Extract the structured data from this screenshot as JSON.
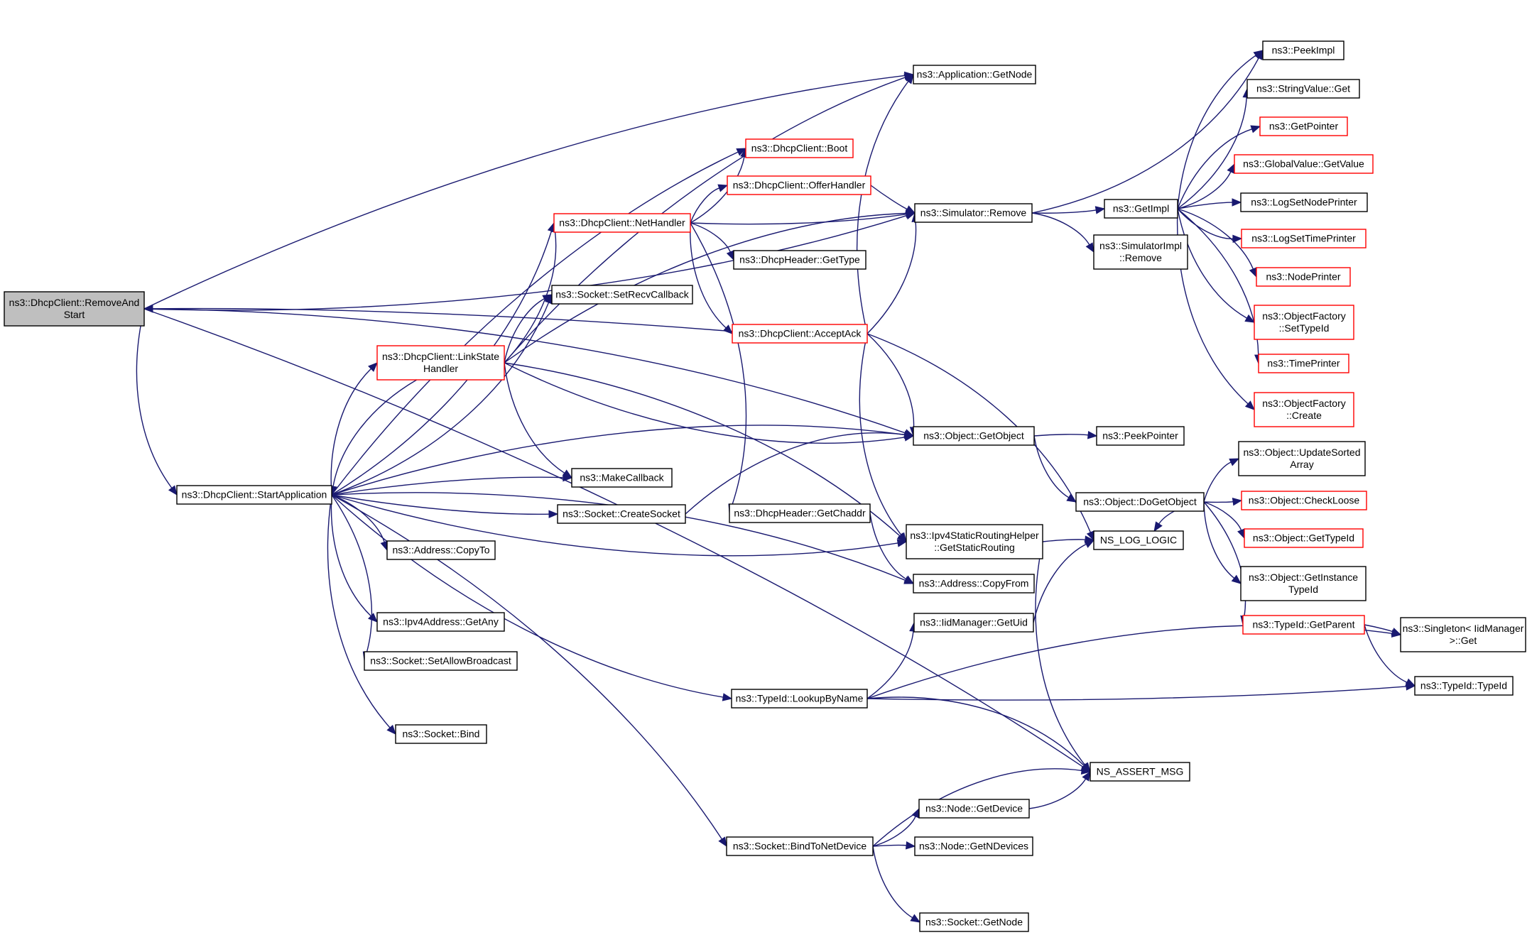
{
  "graph": {
    "colors": {
      "edge": "#191970",
      "node_border": "#000000",
      "truncated_border": "#ff0000",
      "root_fill": "#bfbfbf"
    },
    "nodes": [
      {
        "id": "removeandstart",
        "lines": [
          "ns3::DhcpClient::RemoveAnd",
          "Start"
        ],
        "style": "root"
      },
      {
        "id": "startapplication",
        "lines": [
          "ns3::DhcpClient::StartApplication"
        ],
        "style": "normal"
      },
      {
        "id": "linkstatehandler",
        "lines": [
          "ns3::DhcpClient::LinkState",
          "Handler"
        ],
        "style": "red"
      },
      {
        "id": "nethandler",
        "lines": [
          "ns3::DhcpClient::NetHandler"
        ],
        "style": "red"
      },
      {
        "id": "boot",
        "lines": [
          "ns3::DhcpClient::Boot"
        ],
        "style": "red"
      },
      {
        "id": "offerhandler",
        "lines": [
          "ns3::DhcpClient::OfferHandler"
        ],
        "style": "red"
      },
      {
        "id": "acceptack",
        "lines": [
          "ns3::DhcpClient::AcceptAck"
        ],
        "style": "red"
      },
      {
        "id": "dhcpheader-gettype",
        "lines": [
          "ns3::DhcpHeader::GetType"
        ],
        "style": "normal"
      },
      {
        "id": "dhcpheader-getchaddr",
        "lines": [
          "ns3::DhcpHeader::GetChaddr"
        ],
        "style": "normal"
      },
      {
        "id": "socket-setrecvcallback",
        "lines": [
          "ns3::Socket::SetRecvCallback"
        ],
        "style": "normal"
      },
      {
        "id": "makecallback",
        "lines": [
          "ns3::MakeCallback"
        ],
        "style": "normal"
      },
      {
        "id": "socket-createsocket",
        "lines": [
          "ns3::Socket::CreateSocket"
        ],
        "style": "normal"
      },
      {
        "id": "address-copyto",
        "lines": [
          "ns3::Address::CopyTo"
        ],
        "style": "normal"
      },
      {
        "id": "ipv4address-getany",
        "lines": [
          "ns3::Ipv4Address::GetAny"
        ],
        "style": "normal"
      },
      {
        "id": "socket-setallowbroadcast",
        "lines": [
          "ns3::Socket::SetAllowBroadcast"
        ],
        "style": "normal"
      },
      {
        "id": "socket-bind",
        "lines": [
          "ns3::Socket::Bind"
        ],
        "style": "normal"
      },
      {
        "id": "socket-bindtonetdevice",
        "lines": [
          "ns3::Socket::BindToNetDevice"
        ],
        "style": "normal"
      },
      {
        "id": "typeid-lookupbyname",
        "lines": [
          "ns3::TypeId::LookupByName"
        ],
        "style": "normal"
      },
      {
        "id": "application-getnode",
        "lines": [
          "ns3::Application::GetNode"
        ],
        "style": "normal"
      },
      {
        "id": "simulator-remove",
        "lines": [
          "ns3::Simulator::Remove"
        ],
        "style": "normal"
      },
      {
        "id": "object-getobject",
        "lines": [
          "ns3::Object::GetObject"
        ],
        "style": "normal"
      },
      {
        "id": "ipv4staticroutinghelper",
        "lines": [
          "ns3::Ipv4StaticRoutingHelper",
          "::GetStaticRouting"
        ],
        "style": "normal"
      },
      {
        "id": "address-copyfrom",
        "lines": [
          "ns3::Address::CopyFrom"
        ],
        "style": "normal"
      },
      {
        "id": "iidmanager-getuid",
        "lines": [
          "ns3::IidManager::GetUid"
        ],
        "style": "normal"
      },
      {
        "id": "node-getdevice",
        "lines": [
          "ns3::Node::GetDevice"
        ],
        "style": "normal"
      },
      {
        "id": "node-getndevices",
        "lines": [
          "ns3::Node::GetNDevices"
        ],
        "style": "normal"
      },
      {
        "id": "socket-getnode",
        "lines": [
          "ns3::Socket::GetNode"
        ],
        "style": "normal"
      },
      {
        "id": "getimpl",
        "lines": [
          "ns3::GetImpl"
        ],
        "style": "normal"
      },
      {
        "id": "simulatorimpl-remove",
        "lines": [
          "ns3::SimulatorImpl",
          "::Remove"
        ],
        "style": "normal"
      },
      {
        "id": "peekpointer",
        "lines": [
          "ns3::PeekPointer"
        ],
        "style": "normal"
      },
      {
        "id": "object-dogetobject",
        "lines": [
          "ns3::Object::DoGetObject"
        ],
        "style": "normal"
      },
      {
        "id": "ns-log-logic",
        "lines": [
          "NS_LOG_LOGIC"
        ],
        "style": "normal"
      },
      {
        "id": "ns-assert-msg",
        "lines": [
          "NS_ASSERT_MSG"
        ],
        "style": "normal"
      },
      {
        "id": "peekimpl",
        "lines": [
          "ns3::PeekImpl"
        ],
        "style": "normal"
      },
      {
        "id": "stringvalue-get",
        "lines": [
          "ns3::StringValue::Get"
        ],
        "style": "normal"
      },
      {
        "id": "getpointer",
        "lines": [
          "ns3::GetPointer"
        ],
        "style": "red"
      },
      {
        "id": "globalvalue-getvalue",
        "lines": [
          "ns3::GlobalValue::GetValue"
        ],
        "style": "red"
      },
      {
        "id": "logsetnodeprinter",
        "lines": [
          "ns3::LogSetNodePrinter"
        ],
        "style": "normal"
      },
      {
        "id": "logsettimeprinter",
        "lines": [
          "ns3::LogSetTimePrinter"
        ],
        "style": "red"
      },
      {
        "id": "nodeprinter",
        "lines": [
          "ns3::NodePrinter"
        ],
        "style": "red"
      },
      {
        "id": "objectfactory-settypeid",
        "lines": [
          "ns3::ObjectFactory",
          "::SetTypeId"
        ],
        "style": "red"
      },
      {
        "id": "timeprinter",
        "lines": [
          "ns3::TimePrinter"
        ],
        "style": "red"
      },
      {
        "id": "objectfactory-create",
        "lines": [
          "ns3::ObjectFactory",
          "::Create"
        ],
        "style": "red"
      },
      {
        "id": "object-updatesortedarray",
        "lines": [
          "ns3::Object::UpdateSorted",
          "Array"
        ],
        "style": "normal"
      },
      {
        "id": "object-checkloose",
        "lines": [
          "ns3::Object::CheckLoose"
        ],
        "style": "red"
      },
      {
        "id": "object-gettypeid",
        "lines": [
          "ns3::Object::GetTypeId"
        ],
        "style": "red"
      },
      {
        "id": "object-getinstancetypeid",
        "lines": [
          "ns3::Object::GetInstance",
          "TypeId"
        ],
        "style": "normal"
      },
      {
        "id": "typeid-getparent",
        "lines": [
          "ns3::TypeId::GetParent"
        ],
        "style": "red"
      },
      {
        "id": "singleton-iidmanager-get",
        "lines": [
          "ns3::Singleton< IidManager",
          ">::Get"
        ],
        "style": "normal"
      },
      {
        "id": "typeid-typeid",
        "lines": [
          "ns3::TypeId::TypeId"
        ],
        "style": "normal"
      }
    ],
    "edges": [
      [
        "removeandstart",
        "application-getnode"
      ],
      [
        "removeandstart",
        "simulator-remove"
      ],
      [
        "removeandstart",
        "object-getobject"
      ],
      [
        "removeandstart",
        "startapplication"
      ],
      [
        "removeandstart",
        "ns-assert-msg"
      ],
      [
        "acceptack",
        "removeandstart"
      ],
      [
        "startapplication",
        "linkstatehandler"
      ],
      [
        "startapplication",
        "nethandler"
      ],
      [
        "startapplication",
        "boot"
      ],
      [
        "startapplication",
        "socket-setrecvcallback"
      ],
      [
        "startapplication",
        "makecallback"
      ],
      [
        "startapplication",
        "socket-createsocket"
      ],
      [
        "startapplication",
        "address-copyto"
      ],
      [
        "startapplication",
        "ipv4address-getany"
      ],
      [
        "startapplication",
        "socket-setallowbroadcast"
      ],
      [
        "startapplication",
        "socket-bind"
      ],
      [
        "startapplication",
        "socket-bindtonetdevice"
      ],
      [
        "startapplication",
        "typeid-lookupbyname"
      ],
      [
        "startapplication",
        "object-getobject"
      ],
      [
        "startapplication",
        "ipv4staticroutinghelper"
      ],
      [
        "startapplication",
        "address-copyfrom"
      ],
      [
        "linkstatehandler",
        "startapplication"
      ],
      [
        "linkstatehandler",
        "application-getnode"
      ],
      [
        "linkstatehandler",
        "nethandler"
      ],
      [
        "linkstatehandler",
        "socket-setrecvcallback"
      ],
      [
        "linkstatehandler",
        "makecallback"
      ],
      [
        "linkstatehandler",
        "simulator-remove"
      ],
      [
        "linkstatehandler",
        "object-getobject"
      ],
      [
        "linkstatehandler",
        "ipv4staticroutinghelper"
      ],
      [
        "nethandler",
        "boot"
      ],
      [
        "nethandler",
        "offerhandler"
      ],
      [
        "nethandler",
        "simulator-remove"
      ],
      [
        "nethandler",
        "dhcpheader-gettype"
      ],
      [
        "nethandler",
        "acceptack"
      ],
      [
        "nethandler",
        "dhcpheader-getchaddr"
      ],
      [
        "offerhandler",
        "simulator-remove"
      ],
      [
        "acceptack",
        "application-getnode"
      ],
      [
        "acceptack",
        "simulator-remove"
      ],
      [
        "acceptack",
        "object-getobject"
      ],
      [
        "acceptack",
        "ipv4staticroutinghelper"
      ],
      [
        "acceptack",
        "ns-log-logic"
      ],
      [
        "dhcpheader-getchaddr",
        "address-copyfrom"
      ],
      [
        "socket-createsocket",
        "object-getobject"
      ],
      [
        "typeid-lookupbyname",
        "iidmanager-getuid"
      ],
      [
        "typeid-lookupbyname",
        "singleton-iidmanager-get"
      ],
      [
        "typeid-lookupbyname",
        "typeid-typeid"
      ],
      [
        "typeid-lookupbyname",
        "ns-assert-msg"
      ],
      [
        "socket-bindtonetdevice",
        "node-getdevice"
      ],
      [
        "socket-bindtonetdevice",
        "node-getndevices"
      ],
      [
        "socket-bindtonetdevice",
        "socket-getnode"
      ],
      [
        "socket-bindtonetdevice",
        "ns-assert-msg"
      ],
      [
        "simulator-remove",
        "getimpl"
      ],
      [
        "simulator-remove",
        "simulatorimpl-remove"
      ],
      [
        "simulator-remove",
        "peekimpl"
      ],
      [
        "object-getobject",
        "peekpointer"
      ],
      [
        "object-getobject",
        "object-dogetobject"
      ],
      [
        "ipv4staticroutinghelper",
        "ns-log-logic"
      ],
      [
        "ipv4staticroutinghelper",
        "ns-assert-msg"
      ],
      [
        "iidmanager-getuid",
        "ns-log-logic"
      ],
      [
        "node-getdevice",
        "ns-assert-msg"
      ],
      [
        "getimpl",
        "peekimpl"
      ],
      [
        "getimpl",
        "stringvalue-get"
      ],
      [
        "getimpl",
        "getpointer"
      ],
      [
        "getimpl",
        "globalvalue-getvalue"
      ],
      [
        "getimpl",
        "logsetnodeprinter"
      ],
      [
        "getimpl",
        "logsettimeprinter"
      ],
      [
        "getimpl",
        "nodeprinter"
      ],
      [
        "getimpl",
        "objectfactory-settypeid"
      ],
      [
        "getimpl",
        "timeprinter"
      ],
      [
        "getimpl",
        "objectfactory-create"
      ],
      [
        "object-dogetobject",
        "object-updatesortedarray"
      ],
      [
        "object-dogetobject",
        "object-checkloose"
      ],
      [
        "object-dogetobject",
        "object-gettypeid"
      ],
      [
        "object-dogetobject",
        "object-getinstancetypeid"
      ],
      [
        "object-dogetobject",
        "typeid-getparent"
      ],
      [
        "object-dogetobject",
        "ns-log-logic"
      ],
      [
        "typeid-getparent",
        "singleton-iidmanager-get"
      ],
      [
        "typeid-getparent",
        "typeid-typeid"
      ]
    ]
  }
}
